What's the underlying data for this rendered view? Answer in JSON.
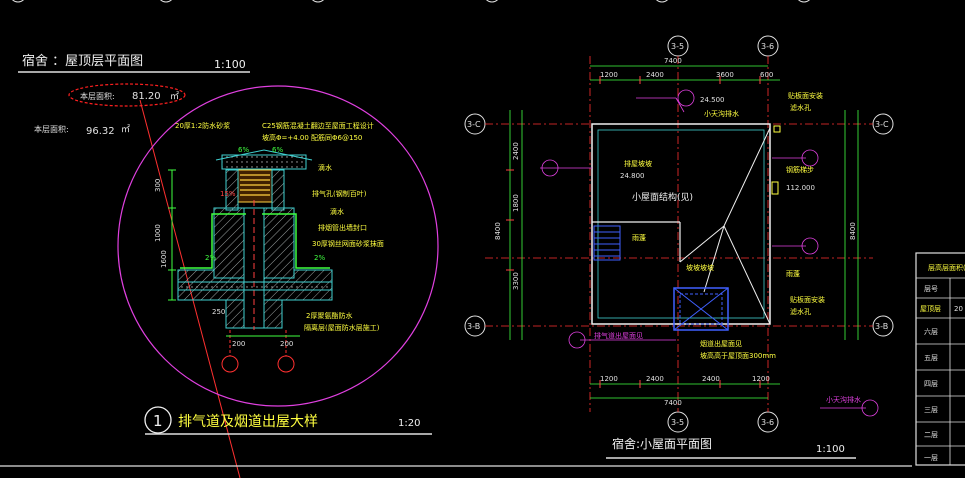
{
  "left": {
    "title": "宿舍  ：屋顶层平面图",
    "scale": "1:100",
    "area_label_1": "本层面积:",
    "area_value_1": "81.20",
    "area_unit_1": "㎡",
    "area_label_2": "本层面积:",
    "area_value_2": "96.32",
    "area_unit_2": "㎡"
  },
  "detail": {
    "number": "1",
    "title": "排气道及烟道出屋大样",
    "scale": "1:20",
    "notes": [
      "20厚1:2防水砂浆",
      "C25钢筋混凝土翻边至屋面工程设计",
      "坡高Φ=+4.00  配筋同Φ6@150",
      "6%",
      "6%",
      "滴水",
      "15%",
      "排气孔(钢制百叶)",
      "滴水",
      "排烟管出墙封口",
      "30厚钢丝网面砂浆抹面",
      "2%",
      "2%",
      "2厚聚氨酯防水",
      "隔离层(屋面防水层施工)"
    ],
    "dims_v": [
      "300",
      "1000",
      "1600"
    ],
    "dims_h": [
      "200",
      "200",
      "250"
    ]
  },
  "right": {
    "title": "宿舍:小屋面平面图",
    "scale": "1:100",
    "axis_top": [
      "3-5",
      "3-6"
    ],
    "axis_bottom": [
      "3-5",
      "3-6"
    ],
    "axis_left": [
      "3-C",
      "3-B"
    ],
    "axis_right": [
      "3-C",
      "3-B"
    ],
    "dims_top_total": "7400",
    "dims_top": [
      "1200",
      "2400",
      "3600",
      "600"
    ],
    "dims_bottom_total": "7400",
    "dims_bottom": [
      "1200",
      "2400",
      "2400",
      "1200"
    ],
    "dims_left_total": "8400",
    "dims_left": [
      "2400",
      "1800",
      "3300"
    ],
    "dims_right_total": "8400",
    "labels": {
      "elev1": "24.500",
      "elev2": "24.800",
      "elev3": "112.000",
      "gutter_top": "小天沟排水",
      "room": "小屋面结构(见)",
      "slope1": "排屋坡坡",
      "slope2": "雨蓬",
      "slope3": "坡坡坡坡",
      "canopy": "雨蓬",
      "note_right_1": "贴板面安装",
      "note_right_2": "滤水孔",
      "note_right_3": "钢筋梯步",
      "note_right_4": "贴板面安装",
      "note_right_5": "滤水孔",
      "note_bottom_1": "排气道出屋面见",
      "note_bottom_2": "烟道出屋面见",
      "note_bottom_3": "坡高高于屋顶面300mm",
      "note_bottom_4": "小天沟排水"
    }
  },
  "table": {
    "title": "层高层面积(㎡)",
    "rows": [
      "层号",
      "屋顶层",
      "六层",
      "五层",
      "四层",
      "三层",
      "二层",
      "一层"
    ],
    "values": [
      "",
      "20",
      "",
      "",
      "",
      "",
      "",
      ""
    ]
  }
}
